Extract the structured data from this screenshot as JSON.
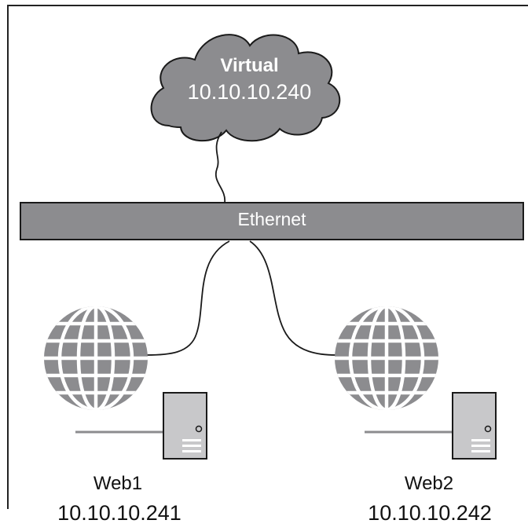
{
  "cloud": {
    "title": "Virtual",
    "ip": "10.10.10.240"
  },
  "network": {
    "label": "Ethernet"
  },
  "nodes": [
    {
      "name": "Web1",
      "ip": "10.10.10.241"
    },
    {
      "name": "Web2",
      "ip": "10.10.10.242"
    }
  ],
  "colors": {
    "fill": "#8c8c8f",
    "stroke": "#1a1a1a",
    "server": "#c8c8ca",
    "text_on_fill": "#ffffff"
  },
  "icons": [
    "cloud-icon",
    "globe-icon",
    "server-icon"
  ]
}
